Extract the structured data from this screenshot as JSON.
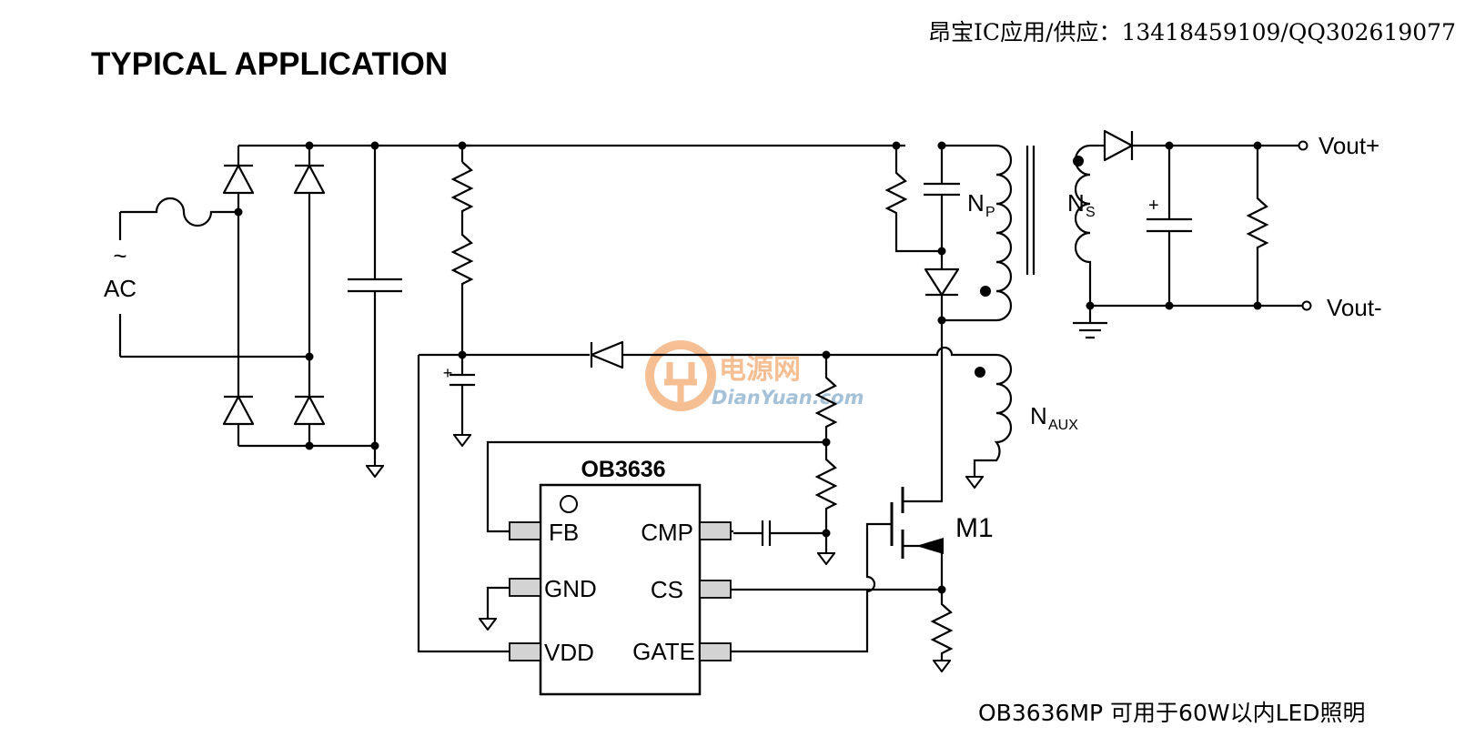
{
  "header": {
    "supplier_note": "昂宝IC应用/供应：13418459109/QQ302619077"
  },
  "title": "TYPICAL APPLICATION",
  "input": {
    "ac_symbol": "~",
    "ac_label": "AC"
  },
  "transformer": {
    "primary": "N",
    "primary_sub": "P",
    "secondary": "N",
    "secondary_sub": "S",
    "aux": "N",
    "aux_sub": "AUX"
  },
  "output": {
    "vout_pos": "Vout+",
    "vout_neg": "Vout-",
    "cap_polarity": "+"
  },
  "vdd_cap_polarity": "+",
  "ic": {
    "name": "OB3636",
    "pins": {
      "fb": "FB",
      "gnd": "GND",
      "vdd": "VDD",
      "cmp": "CMP",
      "cs": "CS",
      "gate": "GATE"
    }
  },
  "mosfet": {
    "label": "M1"
  },
  "watermark": {
    "logo_text": "电源网",
    "site": "DianYuan.com"
  },
  "caption": "OB3636MP 可用于60W以内LED照明"
}
